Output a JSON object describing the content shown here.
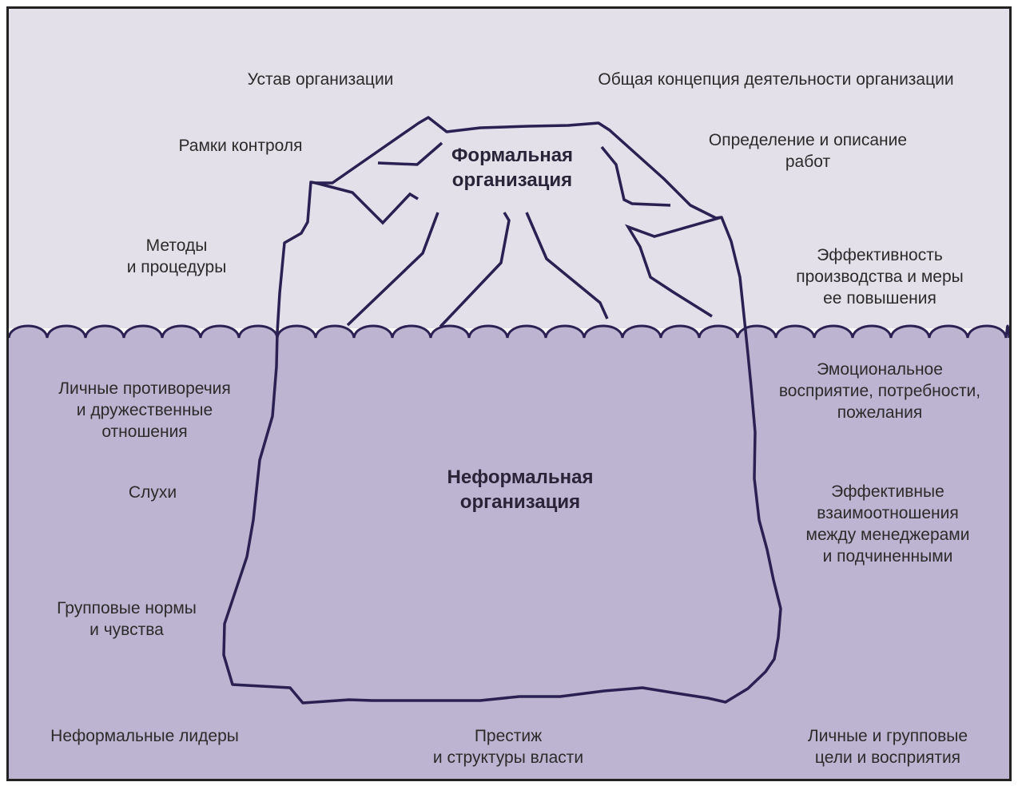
{
  "colors": {
    "above_water": "#e3e0ea",
    "below_water": "#bdb4d1",
    "iceberg_outline": "#2a2152",
    "frame": "#222222",
    "text": "#2b2b2b"
  },
  "iceberg": {
    "top_title": "Формальная\nорганизация",
    "bottom_title": "Неформальная\nорганизация"
  },
  "formal_items": {
    "charter": "Устав организации",
    "general_concept": "Общая концепция деятельности организации",
    "control_frames": "Рамки контроля",
    "job_definition": "Определение и описание\nработ",
    "methods": "Методы\nи процедуры",
    "efficiency": "Эффективность\nпроизводства и меры\nее повышения"
  },
  "informal_items": {
    "personal_conflicts": "Личные противоречия\nи дружественные\nотношения",
    "emotional": "Эмоциональное\nвосприятие, потребности,\nпожелания",
    "rumors": "Слухи",
    "relations": "Эффективные\nвзаимоотношения\nмежду менеджерами\nи подчиненными",
    "group_norms": "Групповые нормы\nи чувства",
    "informal_leaders": "Неформальные лидеры",
    "prestige": "Престиж\nи структуры власти",
    "goals": "Личные и групповые\nцели и восприятия"
  }
}
